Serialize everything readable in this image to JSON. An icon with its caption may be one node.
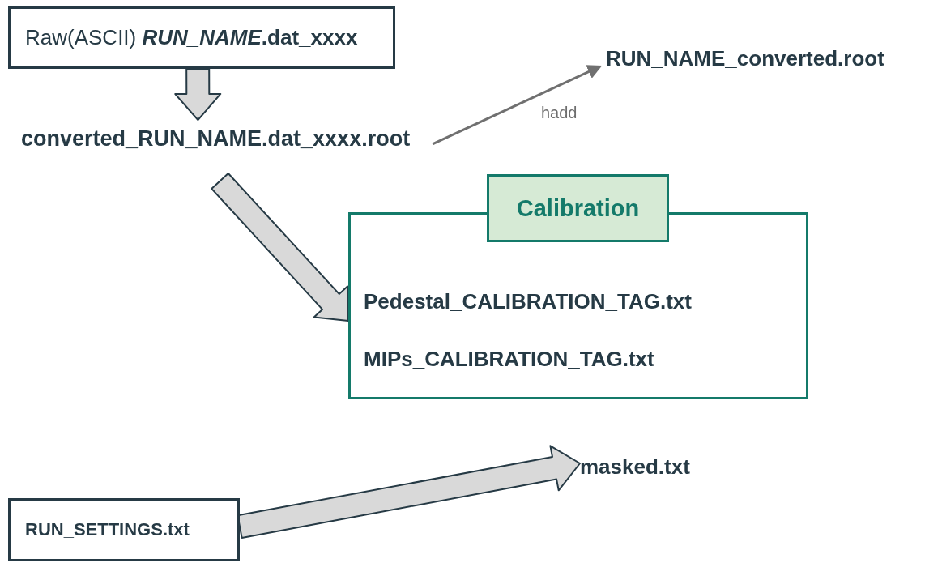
{
  "diagram": {
    "nodes": [
      {
        "text": [
          "Raw(ASCII) ***RUN_NAME*.dat_xxxx**"
        ]
      },
      {
        "text": [
          "converted_RUN_NAME.dat_xxxx.root"
        ]
      },
      {
        "text": [
          "RUN_NAME_converted.root"
        ]
      },
      {
        "text": [
          "Calibration"
        ]
      },
      {
        "text": [
          "Pedestal_CALIBRATION_TAG.txt",
          "MIPs_CALIBRATION_TAG.txt"
        ]
      },
      {
        "text": [
          "masked.txt"
        ]
      },
      {
        "text": [
          "RUN_SETTINGS.txt"
        ]
      }
    ],
    "edges": [
      {
        "from": 0,
        "to": 1,
        "arrow": "to",
        "style": "thick"
      },
      {
        "from": 1,
        "to": 2,
        "arrow": "to",
        "label": "hadd",
        "color": "#707070"
      },
      {
        "from": 1,
        "to": 4,
        "arrow": "to",
        "style": "thick"
      },
      {
        "from": 6,
        "to": 5,
        "arrow": "to",
        "style": "thick"
      }
    ]
  }
}
